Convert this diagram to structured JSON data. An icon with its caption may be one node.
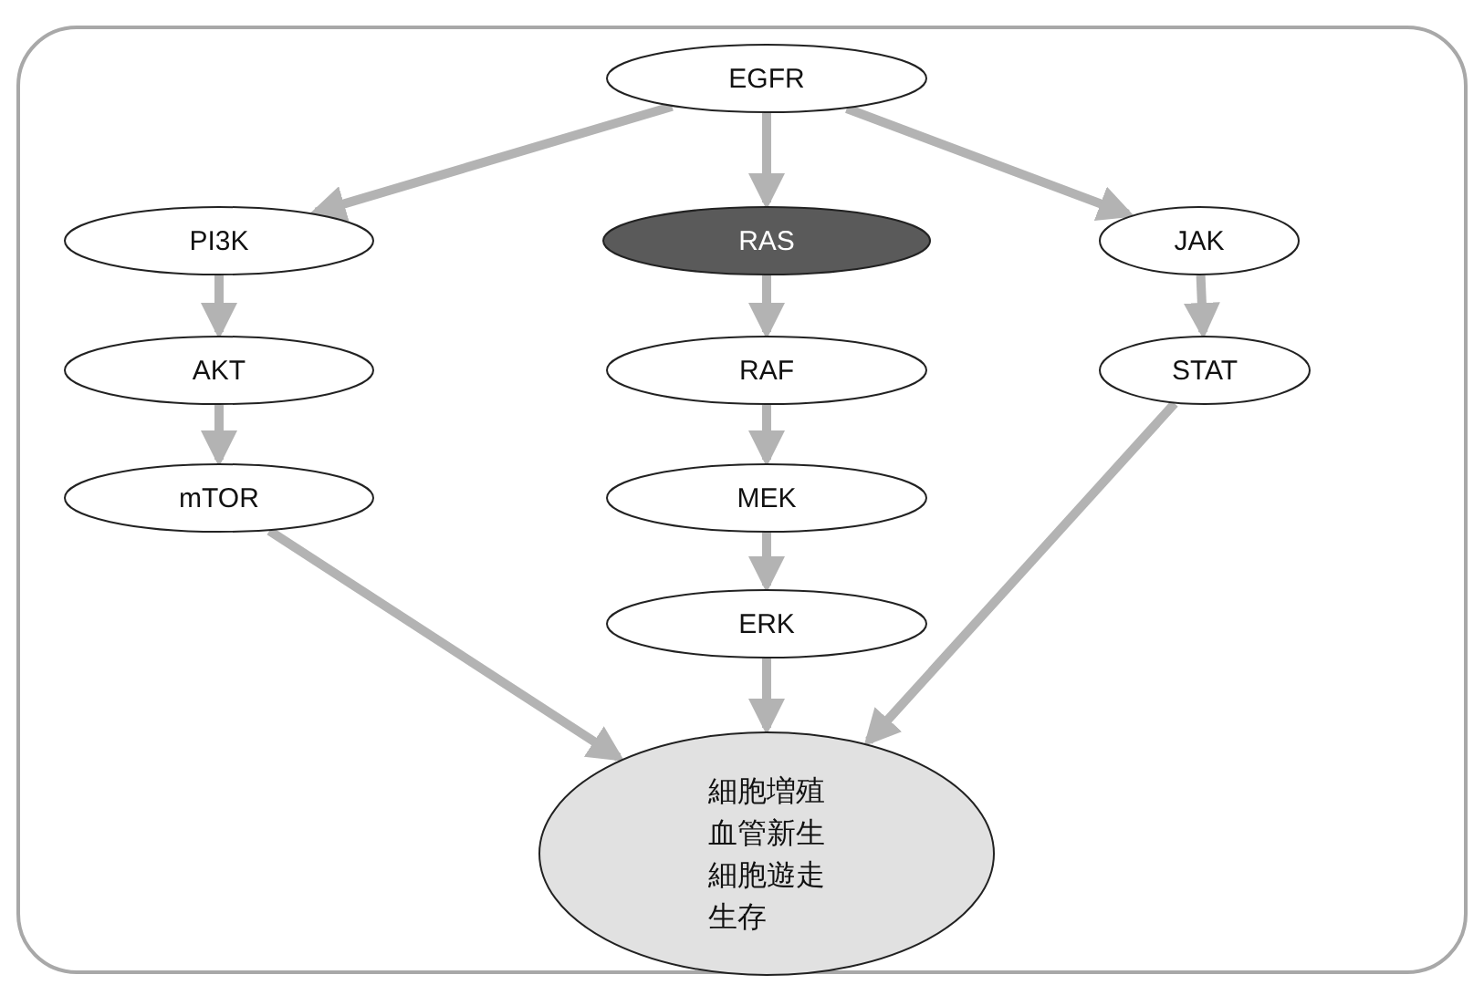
{
  "diagram": {
    "nodes": [
      {
        "text": [
          "EGFR"
        ]
      },
      {
        "text": [
          "PI3K"
        ]
      },
      {
        "text": [
          "RAS"
        ]
      },
      {
        "text": [
          "JAK"
        ]
      },
      {
        "text": [
          "AKT"
        ]
      },
      {
        "text": [
          "RAF"
        ]
      },
      {
        "text": [
          "STAT"
        ]
      },
      {
        "text": [
          "mTOR"
        ]
      },
      {
        "text": [
          "MEK"
        ]
      },
      {
        "text": [
          "ERK"
        ]
      },
      {
        "text": [
          "細胞増殖",
          "血管新生",
          "細胞遊走",
          "生存"
        ]
      }
    ],
    "edges": [
      {
        "from": 0,
        "to": 1,
        "arrow": "to"
      },
      {
        "from": 0,
        "to": 2,
        "arrow": "to"
      },
      {
        "from": 0,
        "to": 3,
        "arrow": "to"
      },
      {
        "from": 1,
        "to": 4,
        "arrow": "to"
      },
      {
        "from": 4,
        "to": 7,
        "arrow": "to"
      },
      {
        "from": 2,
        "to": 5,
        "arrow": "to"
      },
      {
        "from": 5,
        "to": 8,
        "arrow": "to"
      },
      {
        "from": 8,
        "to": 9,
        "arrow": "to"
      },
      {
        "from": 3,
        "to": 6,
        "arrow": "to"
      },
      {
        "from": 7,
        "to": 10,
        "arrow": "to"
      },
      {
        "from": 9,
        "to": 10,
        "arrow": "to"
      },
      {
        "from": 6,
        "to": 10,
        "arrow": "to"
      }
    ]
  }
}
